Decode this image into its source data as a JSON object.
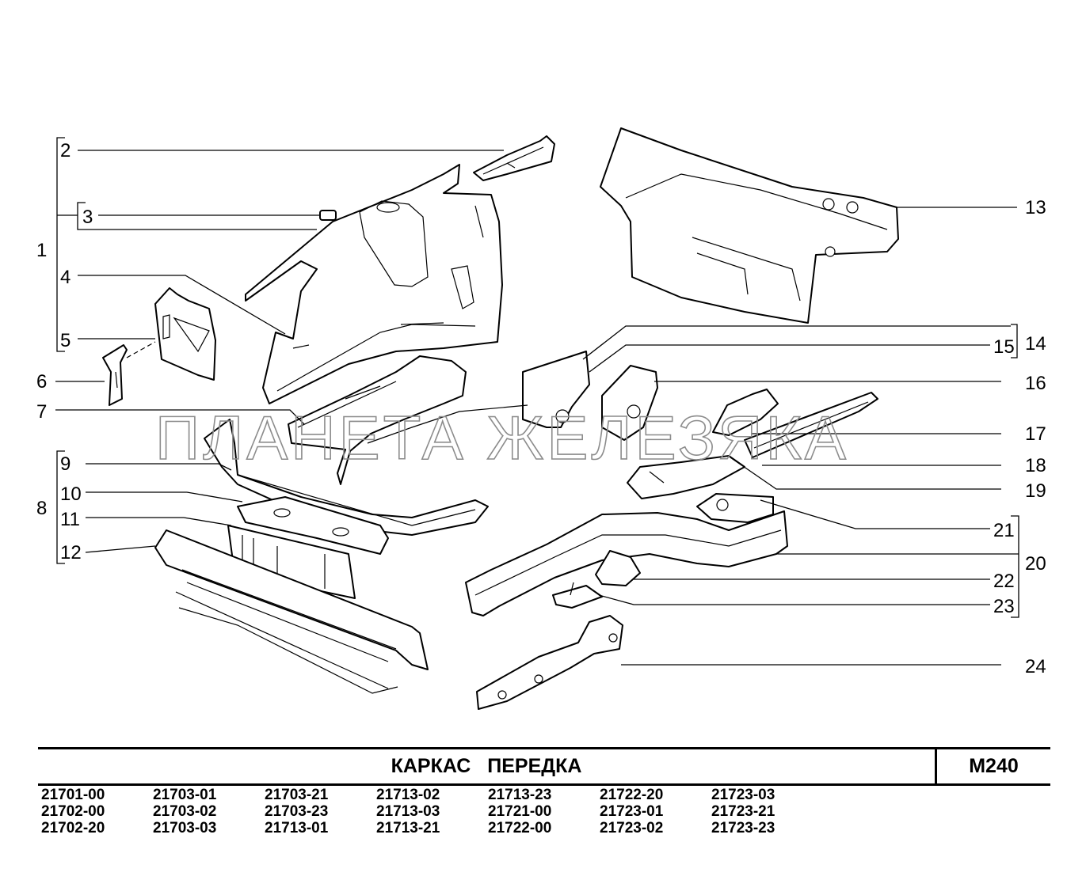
{
  "watermark": "ПЛАНЕТА ЖЕЛЕЗЯКА",
  "title": "КАРКАС   ПЕРЕДКА",
  "code": "M240",
  "models": [
    "21701-00",
    "21702-00",
    "21702-20",
    "21703-01",
    "21703-02",
    "21703-03",
    "21703-21",
    "21703-23",
    "21713-01",
    "21713-02",
    "21713-03",
    "21713-21",
    "21713-23",
    "21721-00",
    "21722-00",
    "21722-20",
    "21723-01",
    "21723-02",
    "21723-03",
    "21723-21",
    "21723-23"
  ],
  "callouts": [
    "1",
    "2",
    "3",
    "4",
    "5",
    "6",
    "7",
    "8",
    "9",
    "10",
    "11",
    "12",
    "13",
    "14",
    "15",
    "16",
    "17",
    "18",
    "19",
    "20",
    "21",
    "22",
    "23",
    "24"
  ]
}
